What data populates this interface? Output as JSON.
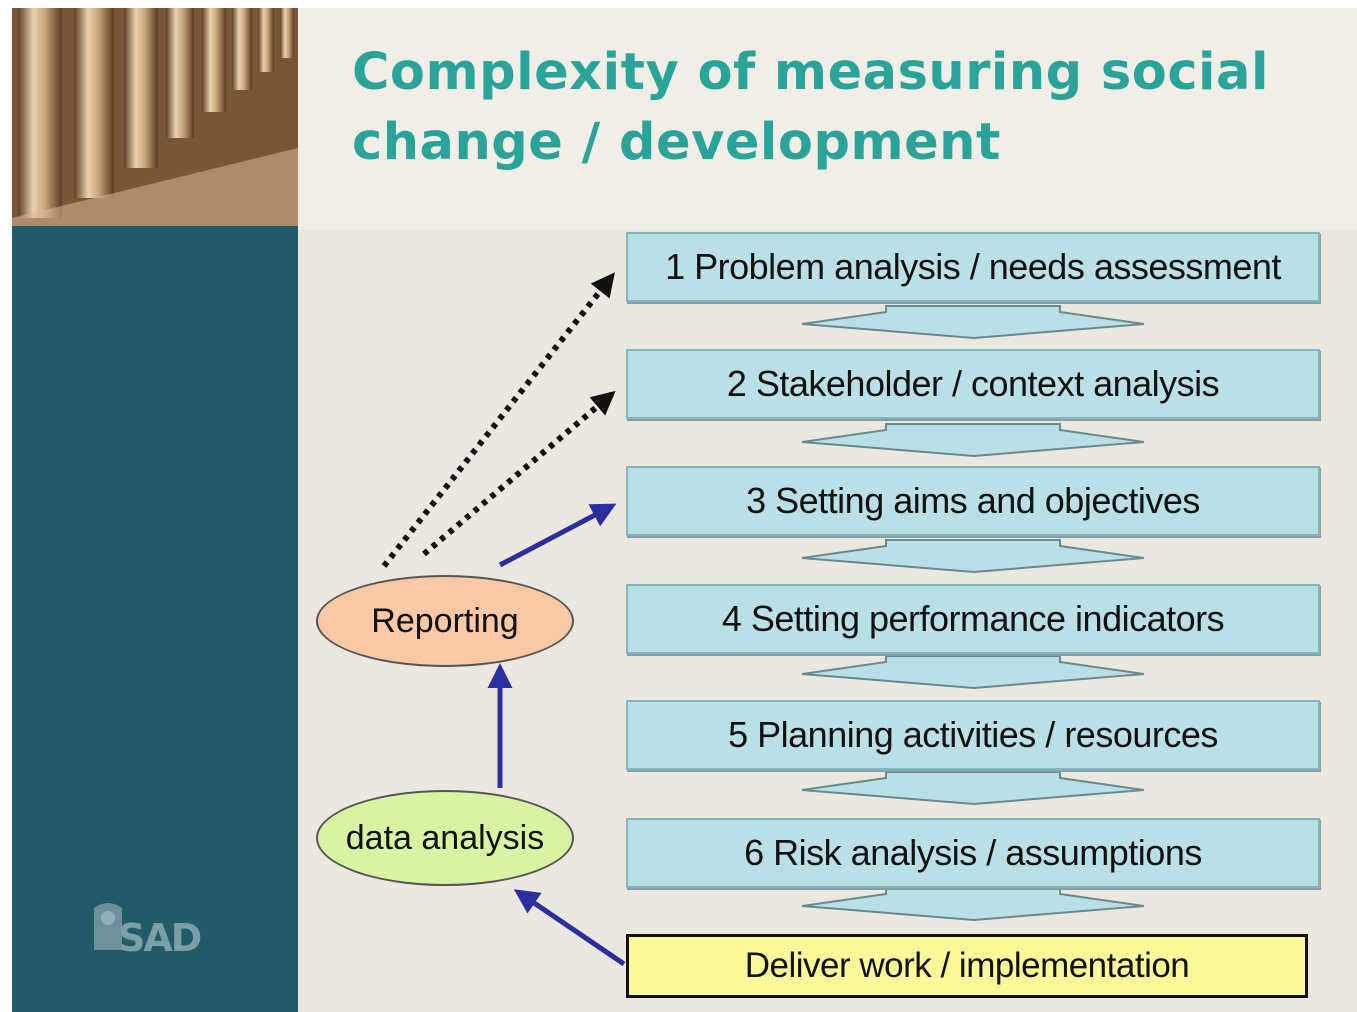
{
  "title": {
    "line1": "Complexity of measuring social",
    "line2": "change / development"
  },
  "steps": [
    {
      "label": "1 Problem analysis / needs assessment"
    },
    {
      "label": "2 Stakeholder / context analysis"
    },
    {
      "label": "3 Setting aims and objectives"
    },
    {
      "label": "4 Setting performance indicators"
    },
    {
      "label": "5 Planning activities / resources"
    },
    {
      "label": "6 Risk analysis / assumptions"
    }
  ],
  "deliver": {
    "label": "Deliver work / implementation"
  },
  "reporting": {
    "label": "Reporting"
  },
  "data_analysis": {
    "label": "data analysis"
  },
  "logo": {
    "text": "SAD"
  },
  "colors": {
    "title": "#2aa39a",
    "sidebar": "#215a68",
    "step_fill": "#b9dfe7",
    "deliver_fill": "#fbf899",
    "reporting_fill": "#f9c8a4",
    "data_analysis_fill": "#d8f4a2",
    "solid_arrow": "#2b2e9e",
    "dotted_arrow": "#111111"
  }
}
